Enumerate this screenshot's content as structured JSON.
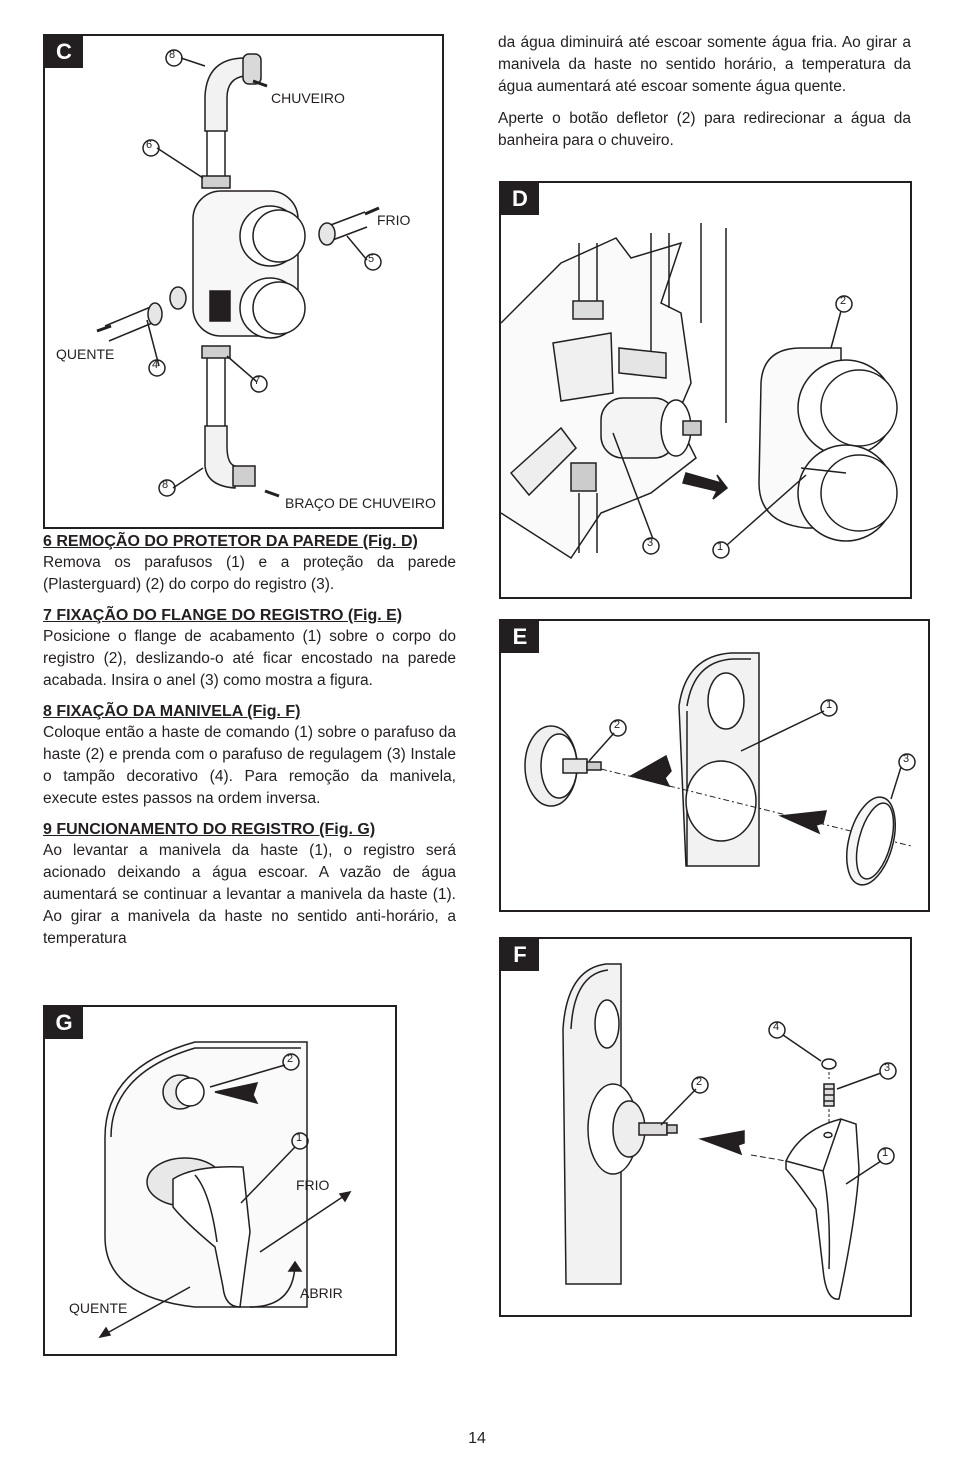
{
  "figures": {
    "c": {
      "letter": "C",
      "chuveiro": "CHUVEIRO",
      "frio": "FRIO",
      "quente": "QUENTE",
      "braco": "BRAÇO DE CHUVEIRO",
      "callouts": [
        "8",
        "6",
        "5",
        "4",
        "7",
        "8"
      ]
    },
    "d": {
      "letter": "D",
      "callouts": [
        "2",
        "3",
        "1"
      ]
    },
    "e": {
      "letter": "E",
      "callouts": [
        "1",
        "2",
        "3"
      ]
    },
    "f": {
      "letter": "F",
      "callouts": [
        "4",
        "3",
        "2",
        "1"
      ]
    },
    "g": {
      "letter": "G",
      "callouts": [
        "2",
        "1"
      ],
      "frio": "FRIO",
      "abrir": "ABRIR",
      "quente": "QUENTE"
    }
  },
  "sections": {
    "s6": {
      "heading": "6 REMOÇÃO DO PROTETOR DA PAREDE (Fig. D)",
      "body": "Remova os parafusos (1) e a proteção da parede (Plasterguard) (2) do corpo do registro (3)."
    },
    "s7": {
      "heading": "7 FIXAÇÃO DO FLANGE DO REGISTRO (Fig. E)",
      "body": "Posicione o flange de acabamento (1) sobre o corpo do registro (2), deslizando-o até ficar encostado na parede acabada. Insira o anel (3) como mostra a figura."
    },
    "s8": {
      "heading": "8 FIXAÇÃO DA MANIVELA (Fig. F)",
      "body": "Coloque então a haste de comando (1) sobre o parafuso da haste (2) e prenda com o parafuso de regulagem (3) Instale o tampão decorativo (4). Para remoção da manivela, execute estes passos na ordem inversa."
    },
    "s9": {
      "heading": "9 FUNCIONAMENTO DO REGISTRO (Fig. G)",
      "body": "Ao levantar a manivela da haste (1), o registro será acionado deixando a água escoar. A vazão de água aumentará se continuar a levantar a manivela da haste (1). Ao girar a manivela da haste no sentido anti-horário, a temperatura"
    }
  },
  "right_column": {
    "p1": "da água diminuirá até escoar somente água fria. Ao girar a manivela da haste no sentido horário, a temperatura da água aumentará até escoar somente água quente.",
    "p2": "Aperte o botão defletor (2) para redirecionar a água da banheira para o chuveiro."
  },
  "page_number": "14"
}
